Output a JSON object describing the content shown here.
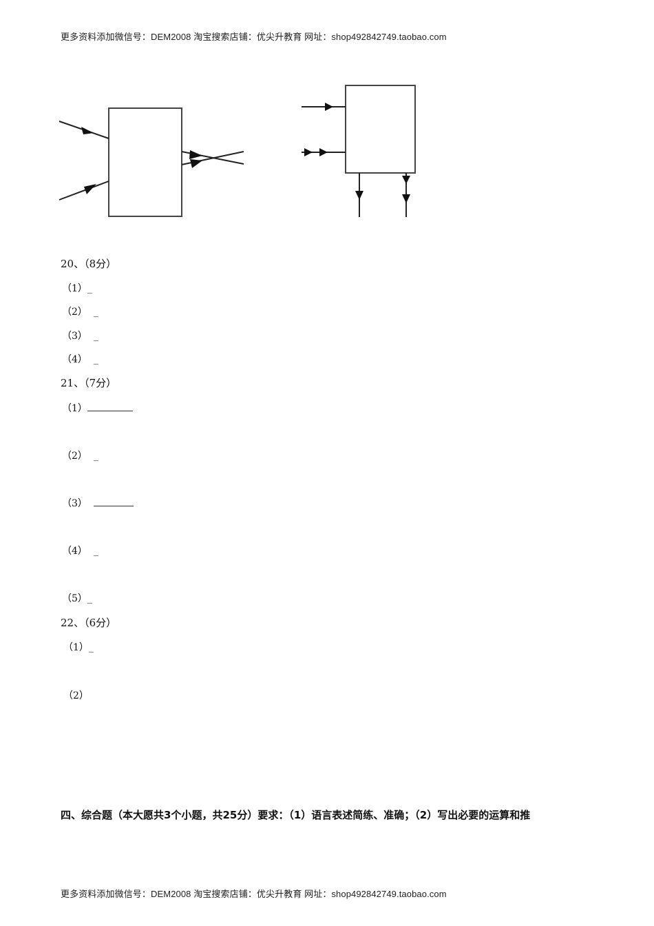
{
  "header": {
    "text": "更多资料添加微信号：DEM2008  淘宝搜索店铺：优尖升教育  网址：shop492842749.taobao.com"
  },
  "footer": {
    "text": "更多资料添加微信号：DEM2008  淘宝搜索店铺：优尖升教育  网址：shop492842749.taobao.com"
  },
  "figures": {
    "left": {
      "description": "Box with two converging incoming rays on the left and two crossing outgoing rays on the right"
    },
    "right": {
      "description": "Box with two rays entering from the left (single and double arrow) and two rays exiting downward (single and double arrow)"
    }
  },
  "questions": [
    {
      "title": "20、（8分）",
      "items": [
        {
          "label": "（1）",
          "answer": "_"
        },
        {
          "label": "（2）",
          "answer": "_"
        },
        {
          "label": "（3）",
          "answer": "_"
        },
        {
          "label": "（4）",
          "answer": "_"
        }
      ]
    },
    {
      "title": "21、（7分）",
      "items": [
        {
          "label": "（1）",
          "answer": ""
        },
        {
          "label": "（2）",
          "answer": "_"
        },
        {
          "label": "（3）",
          "answer": ""
        },
        {
          "label": "（4）",
          "answer": "_"
        },
        {
          "label": "（5）",
          "answer": "_"
        }
      ]
    },
    {
      "title": "22、（6分）",
      "items": [
        {
          "label": "（1）",
          "answer": "_"
        },
        {
          "label": "（2）",
          "answer": ""
        }
      ]
    }
  ],
  "section": {
    "text": "四、综合题（本大愿共3个小题，共25分）要求：（1）语言表述简练、准确；（2）写出必要的运算和推"
  }
}
